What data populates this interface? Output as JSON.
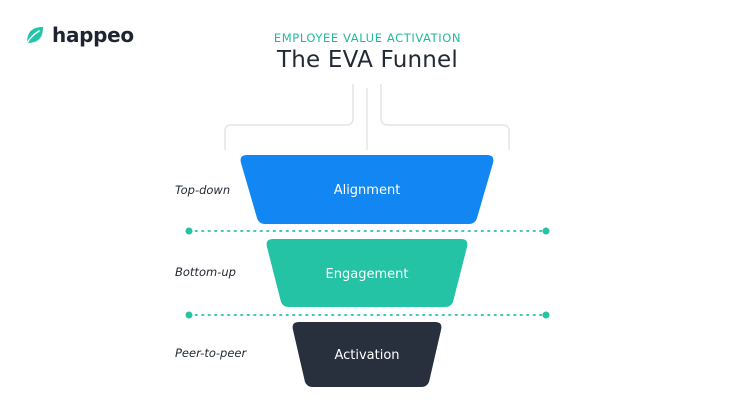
{
  "brand": {
    "name": "happeo",
    "accent": "#22C5A6"
  },
  "header": {
    "subtitle": "EMPLOYEE VALUE ACTIVATION",
    "title": "The EVA Funnel"
  },
  "funnel": {
    "stages": [
      {
        "label": "Alignment",
        "side_label": "Top-down",
        "color": "#1287F3"
      },
      {
        "label": "Engagement",
        "side_label": "Bottom-up",
        "color": "#24C3A5"
      },
      {
        "label": "Activation",
        "side_label": "Peer-to-peer",
        "color": "#282F3D"
      }
    ],
    "divider_color": "#24C3A5",
    "bracket_color": "#E2E5E8"
  }
}
